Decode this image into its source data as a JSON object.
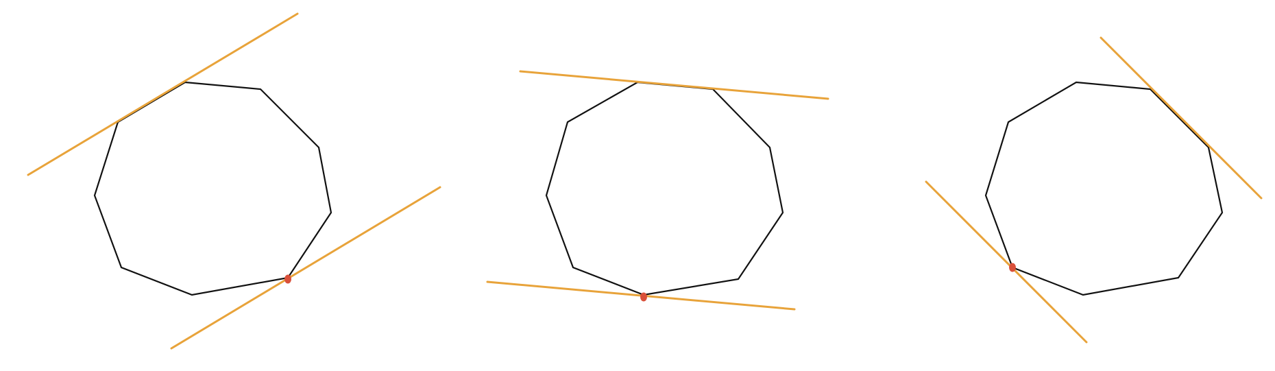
{
  "colors": {
    "background": "#ffffff",
    "polygon_stroke": "#111111",
    "support_line": "#e8a33a",
    "contact_point": "#d9503a"
  },
  "panels": [
    {
      "id": "left",
      "polygon": [
        [
          270,
          120
        ],
        [
          380,
          130
        ],
        [
          465,
          215
        ],
        [
          483,
          310
        ],
        [
          420,
          405
        ],
        [
          280,
          430
        ],
        [
          177,
          390
        ],
        [
          138,
          285
        ],
        [
          172,
          178
        ]
      ],
      "line_a": [
        [
          41,
          255
        ],
        [
          434,
          20
        ]
      ],
      "line_b": [
        [
          250,
          508
        ],
        [
          642,
          273
        ]
      ],
      "dot": [
        420,
        407
      ]
    },
    {
      "id": "middle",
      "polygon": [
        [
          930,
          120
        ],
        [
          1040,
          130
        ],
        [
          1123,
          215
        ],
        [
          1142,
          310
        ],
        [
          1077,
          407
        ],
        [
          939,
          430
        ],
        [
          836,
          390
        ],
        [
          797,
          285
        ],
        [
          828,
          178
        ]
      ],
      "line_a": [
        [
          759,
          104
        ],
        [
          1208,
          144
        ]
      ],
      "line_b": [
        [
          711,
          411
        ],
        [
          1159,
          451
        ]
      ],
      "dot": [
        939,
        433
      ]
    },
    {
      "id": "right",
      "polygon": [
        [
          1570,
          120
        ],
        [
          1678,
          130
        ],
        [
          1763,
          215
        ],
        [
          1783,
          310
        ],
        [
          1719,
          405
        ],
        [
          1580,
          430
        ],
        [
          1477,
          390
        ],
        [
          1438,
          285
        ],
        [
          1471,
          178
        ]
      ],
      "line_a": [
        [
          1606,
          55
        ],
        [
          1840,
          289
        ]
      ],
      "line_b": [
        [
          1351,
          265
        ],
        [
          1585,
          499
        ]
      ],
      "dot": [
        1477,
        390
      ]
    }
  ]
}
